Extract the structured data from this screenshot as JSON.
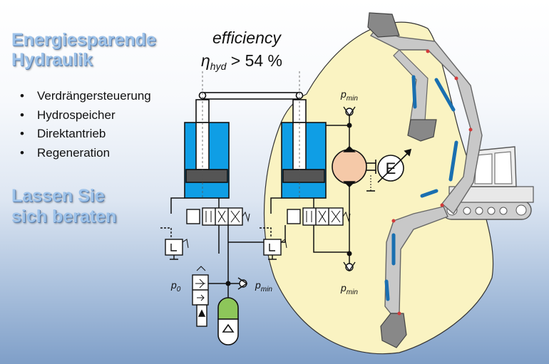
{
  "heading": {
    "line1": "Energiesparende",
    "line2": "Hydraulik"
  },
  "bullets": [
    "Verdrängersteuerung",
    "Hydrospeicher",
    "Direktantrieb",
    "Regeneration"
  ],
  "cta": {
    "line1": "Lassen Sie",
    "line2": "sich beraten"
  },
  "efficiency": {
    "label": "efficiency",
    "symbol": "η",
    "subscript": "hyd",
    "value": " > 54 %"
  },
  "pressure_labels": {
    "p_min_symbol": "p",
    "p_min_sub": "min",
    "p0_symbol": "p",
    "p0_sub": "0"
  },
  "motor_letter": "E",
  "colors": {
    "cylinder_blue": "#0f9ee5",
    "pump_fill": "#f5c9a8",
    "accumulator_green": "#8dc65a",
    "workspace_yellow": "#faf3c2",
    "heading_blue": "#9ec3ea"
  }
}
